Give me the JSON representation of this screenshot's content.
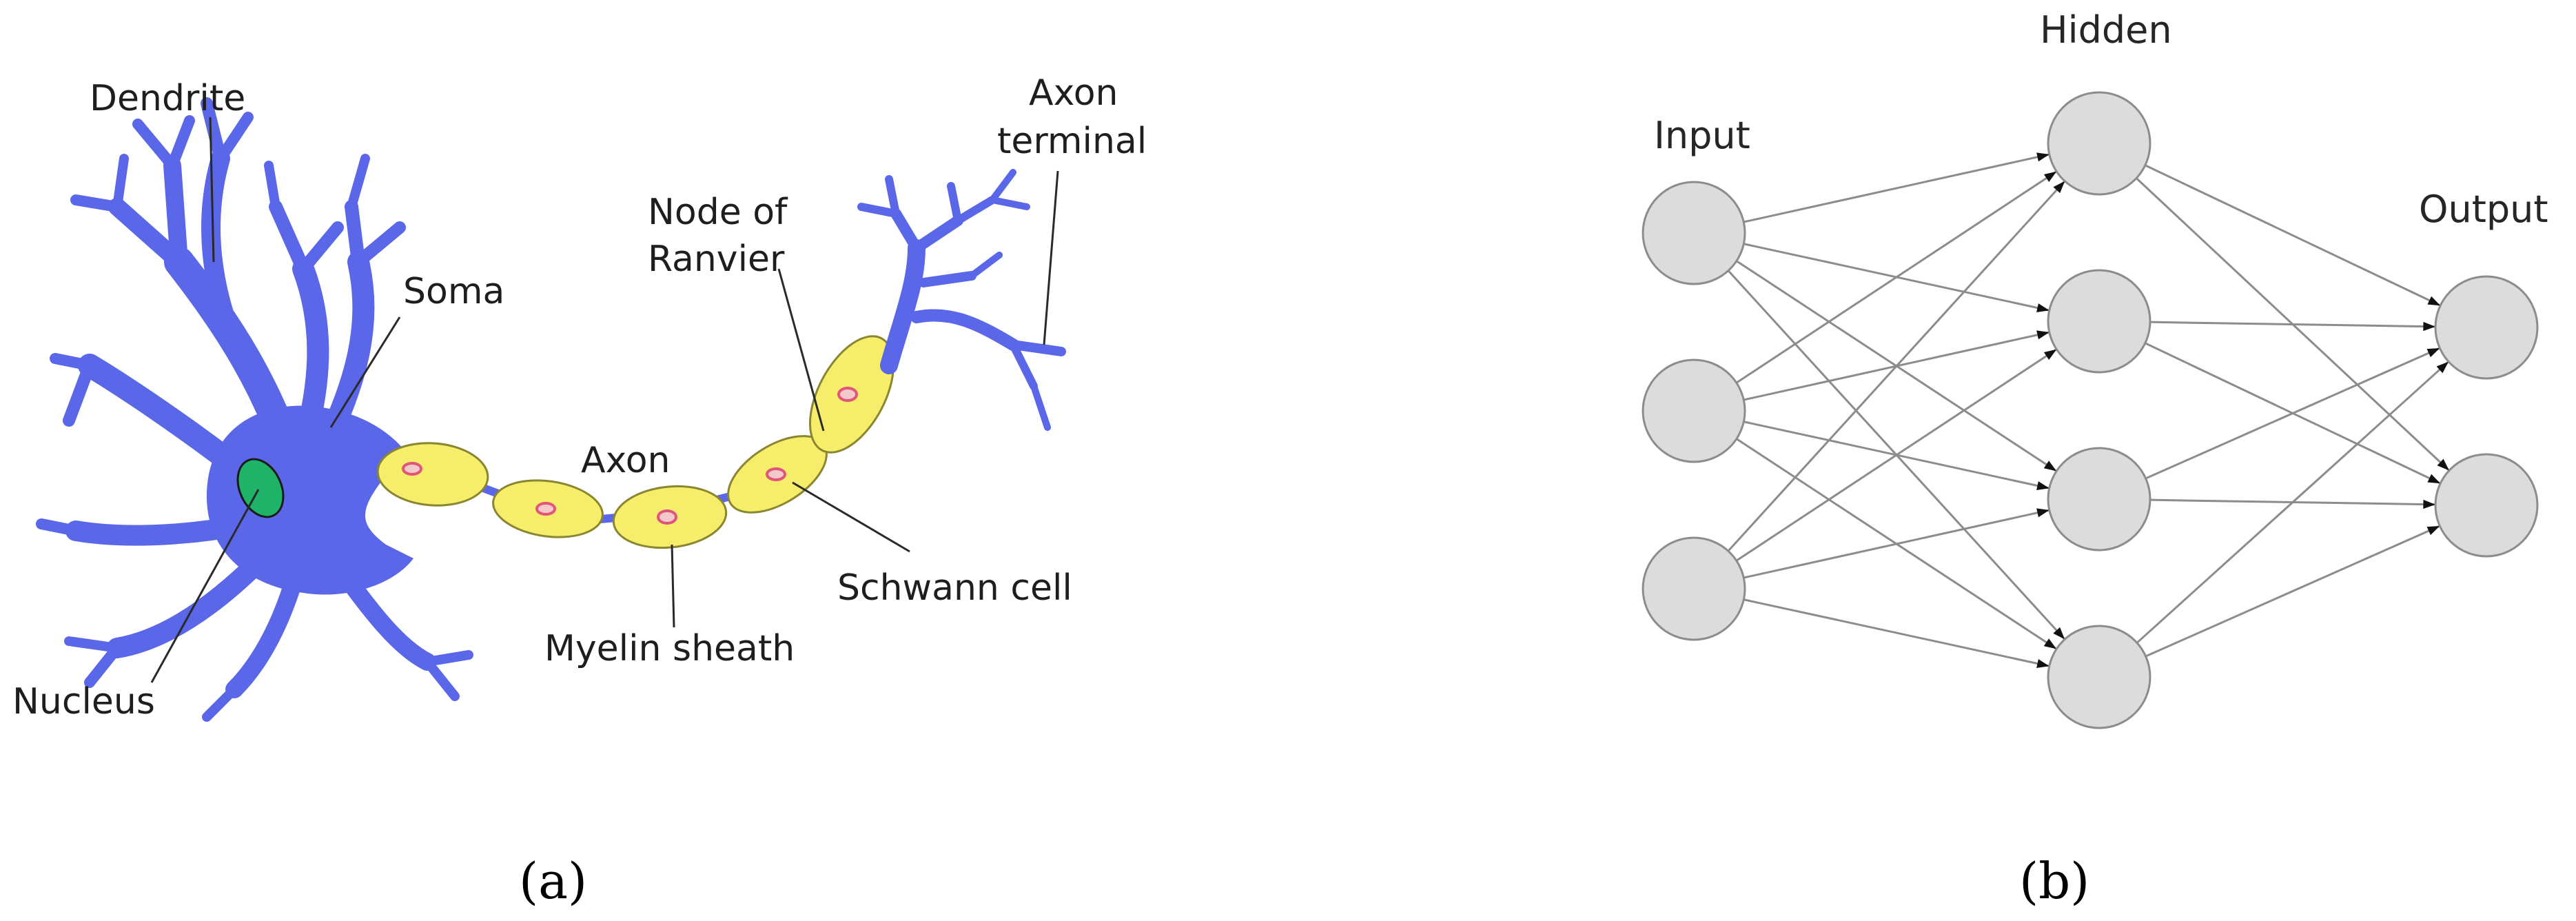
{
  "neuron": {
    "labels": {
      "dendrite": "Dendrite",
      "soma": "Soma",
      "nucleus": "Nucleus",
      "axon": "Axon",
      "node_line1": "Node of",
      "node_line2": "Ranvier",
      "terminal_line1": "Axon",
      "terminal_line2": "terminal",
      "myelin": "Myelin sheath",
      "schwann": "Schwann cell"
    },
    "colors": {
      "cell": "#5a67e8",
      "nucleus": "#1fb36a",
      "myelin": "#f6ee6a",
      "myelin_edge": "#8a8630",
      "node_dot": "#e86a86"
    }
  },
  "network": {
    "layers": [
      {
        "label": "Input",
        "nodes": 3
      },
      {
        "label": "Hidden",
        "nodes": 4
      },
      {
        "label": "Output",
        "nodes": 2
      }
    ],
    "colors": {
      "node_fill": "#dcdcdc",
      "node_edge": "#8c8c8c",
      "edge": "#8c8c8c"
    }
  },
  "captions": {
    "a": "(a)",
    "b": "(b)"
  }
}
